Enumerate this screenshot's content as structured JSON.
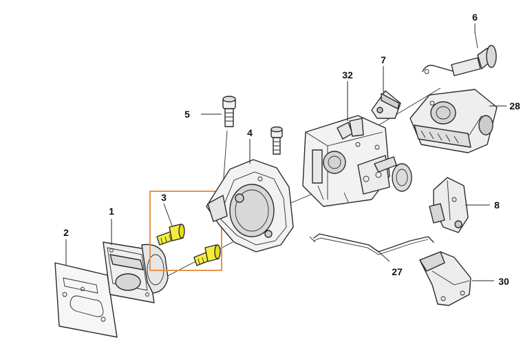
{
  "callouts": {
    "c1": "1",
    "c2": "2",
    "c3": "3",
    "c4": "4",
    "c5": "5",
    "c6": "6",
    "c7": "7",
    "c8": "8",
    "c27": "27",
    "c28": "28",
    "c30": "30",
    "c32": "32"
  },
  "colors": {
    "highlight_box": "#e8924a",
    "highlight_part": "#f2ee3c",
    "line": "#2a2a2a",
    "part_fill": "#f4f4f4",
    "shade": "#cfcfcf"
  }
}
